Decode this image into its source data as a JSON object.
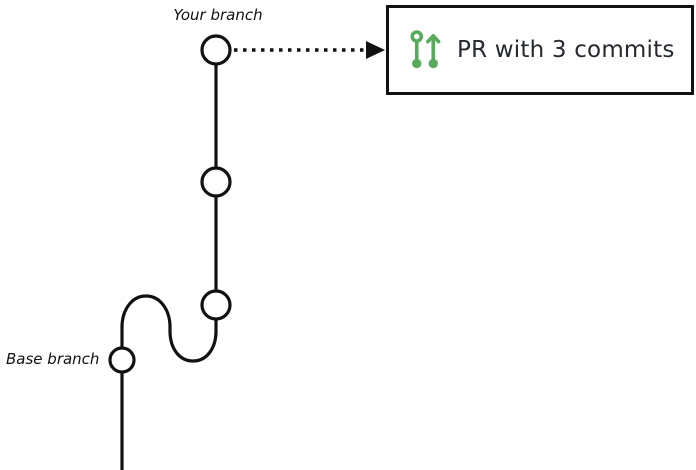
{
  "diagram": {
    "your_branch_label": "Your branch",
    "base_branch_label": "Base branch",
    "commit_count": 3,
    "pr_box": {
      "label": "PR with 3 commits",
      "icon": "pull-request-icon"
    },
    "colors": {
      "accent_green": "#57ab5a",
      "line_black": "#111111",
      "background": "#ffffff"
    }
  }
}
